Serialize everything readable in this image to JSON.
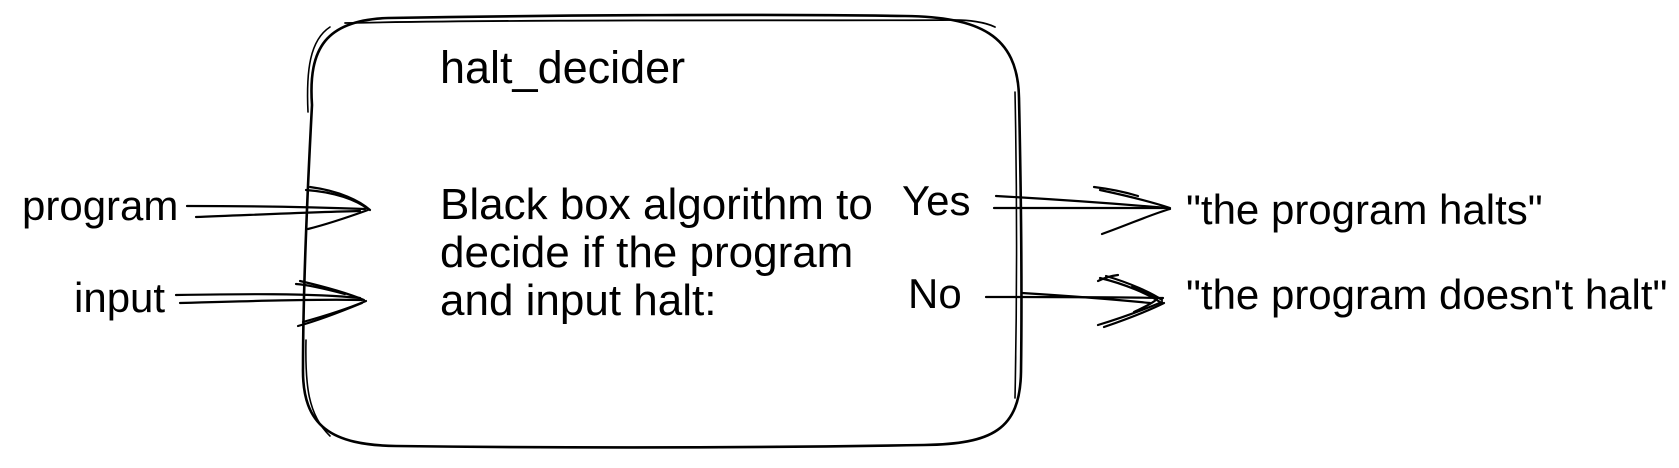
{
  "diagram": {
    "title": "halt_decider",
    "description_lines": [
      "Black box algorithm to",
      "decide if the program",
      "and input halt:"
    ],
    "inputs": [
      {
        "label": "program"
      },
      {
        "label": "input"
      }
    ],
    "outputs": [
      {
        "decision": "Yes",
        "result": "\"the program halts\""
      },
      {
        "decision": "No",
        "result": "\"the program doesn't halt\""
      }
    ],
    "colors": {
      "ink": "#000000",
      "background": "#ffffff"
    }
  }
}
